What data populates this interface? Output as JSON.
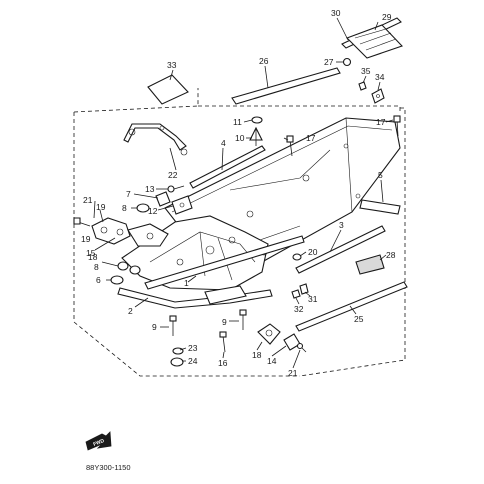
{
  "diagram": {
    "callouts": [
      {
        "id": "c30",
        "text": "30"
      },
      {
        "id": "c29",
        "text": "29"
      },
      {
        "id": "c26",
        "text": "26"
      },
      {
        "id": "c27",
        "text": "27"
      },
      {
        "id": "c35",
        "text": "35"
      },
      {
        "id": "c34",
        "text": "34"
      },
      {
        "id": "c33",
        "text": "33"
      },
      {
        "id": "c11",
        "text": "11"
      },
      {
        "id": "c10",
        "text": "10"
      },
      {
        "id": "c17a",
        "text": "17"
      },
      {
        "id": "c17b",
        "text": "17"
      },
      {
        "id": "c22",
        "text": "22"
      },
      {
        "id": "c4",
        "text": "4"
      },
      {
        "id": "c13",
        "text": "13"
      },
      {
        "id": "c7",
        "text": "7"
      },
      {
        "id": "c8a",
        "text": "8"
      },
      {
        "id": "c12",
        "text": "12"
      },
      {
        "id": "c5",
        "text": "5"
      },
      {
        "id": "c21a",
        "text": "21"
      },
      {
        "id": "c19a",
        "text": "19"
      },
      {
        "id": "c19b",
        "text": "19"
      },
      {
        "id": "c15",
        "text": "15"
      },
      {
        "id": "c18a",
        "text": "18"
      },
      {
        "id": "c8b",
        "text": "8"
      },
      {
        "id": "c6",
        "text": "6"
      },
      {
        "id": "c3",
        "text": "3"
      },
      {
        "id": "c20",
        "text": "20"
      },
      {
        "id": "c28",
        "text": "28"
      },
      {
        "id": "c1",
        "text": "1"
      },
      {
        "id": "c31",
        "text": "31"
      },
      {
        "id": "c32",
        "text": "32"
      },
      {
        "id": "c2",
        "text": "2"
      },
      {
        "id": "c25",
        "text": "25"
      },
      {
        "id": "c9a",
        "text": "9"
      },
      {
        "id": "c9b",
        "text": "9"
      },
      {
        "id": "c23",
        "text": "23"
      },
      {
        "id": "c24",
        "text": "24"
      },
      {
        "id": "c16",
        "text": "16"
      },
      {
        "id": "c18b",
        "text": "18"
      },
      {
        "id": "c14",
        "text": "14"
      },
      {
        "id": "c21b",
        "text": "21"
      }
    ],
    "fwd_label": "FWD",
    "drawing_code": "88Y300-1150"
  }
}
